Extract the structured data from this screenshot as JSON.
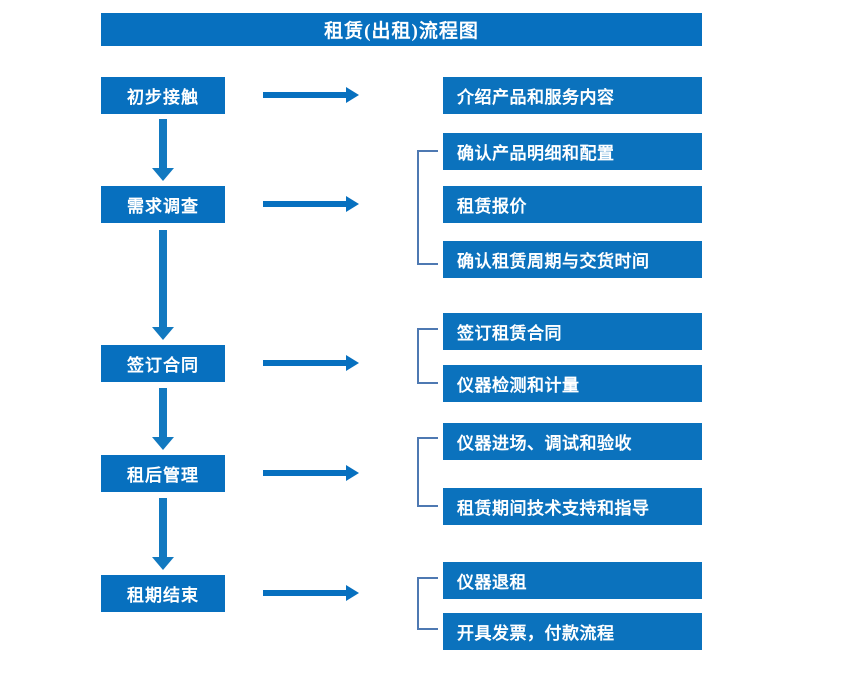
{
  "title": "租赁(出租)流程图",
  "colors": {
    "primary_blue": "#0770BF",
    "box_blue": "#0B72BD",
    "arrow_blue": "#1279C0",
    "bracket_blue": "#4E79B2",
    "text_white": "#FFFFFF",
    "background": "#FFFFFF"
  },
  "stages": [
    {
      "id": "stage-1",
      "label": "初步接触"
    },
    {
      "id": "stage-2",
      "label": "需求调查"
    },
    {
      "id": "stage-3",
      "label": "签订合同"
    },
    {
      "id": "stage-4",
      "label": "租后管理"
    },
    {
      "id": "stage-5",
      "label": "租期结束"
    }
  ],
  "tasks": [
    {
      "id": "task-1",
      "label": "介绍产品和服务内容"
    },
    {
      "id": "task-2",
      "label": "确认产品明细和配置"
    },
    {
      "id": "task-3",
      "label": "租赁报价"
    },
    {
      "id": "task-4",
      "label": "确认租赁周期与交货时间"
    },
    {
      "id": "task-5",
      "label": "签订租赁合同"
    },
    {
      "id": "task-6",
      "label": "仪器检测和计量"
    },
    {
      "id": "task-7",
      "label": "仪器进场、调试和验收"
    },
    {
      "id": "task-8",
      "label": "租赁期间技术支持和指导"
    },
    {
      "id": "task-9",
      "label": "仪器退租"
    },
    {
      "id": "task-10",
      "label": "开具发票，付款流程"
    }
  ],
  "chart_data": {
    "type": "flowchart",
    "title": "租赁(出租)流程图",
    "orientation": "vertical-with-branches",
    "nodes": [
      {
        "stage": "初步接触",
        "tasks": [
          "介绍产品和服务内容"
        ]
      },
      {
        "stage": "需求调查",
        "tasks": [
          "确认产品明细和配置",
          "租赁报价",
          "确认租赁周期与交货时间"
        ]
      },
      {
        "stage": "签订合同",
        "tasks": [
          "签订租赁合同",
          "仪器检测和计量"
        ]
      },
      {
        "stage": "租后管理",
        "tasks": [
          "仪器进场、调试和验收",
          "租赁期间技术支持和指导"
        ]
      },
      {
        "stage": "租期结束",
        "tasks": [
          "仪器退租",
          "开具发票，付款流程"
        ]
      }
    ],
    "edges": [
      {
        "from": "初步接触",
        "to": "需求调查",
        "type": "down-arrow"
      },
      {
        "from": "需求调查",
        "to": "签订合同",
        "type": "down-arrow"
      },
      {
        "from": "签订合同",
        "to": "租后管理",
        "type": "down-arrow"
      },
      {
        "from": "租后管理",
        "to": "租期结束",
        "type": "down-arrow"
      }
    ]
  }
}
